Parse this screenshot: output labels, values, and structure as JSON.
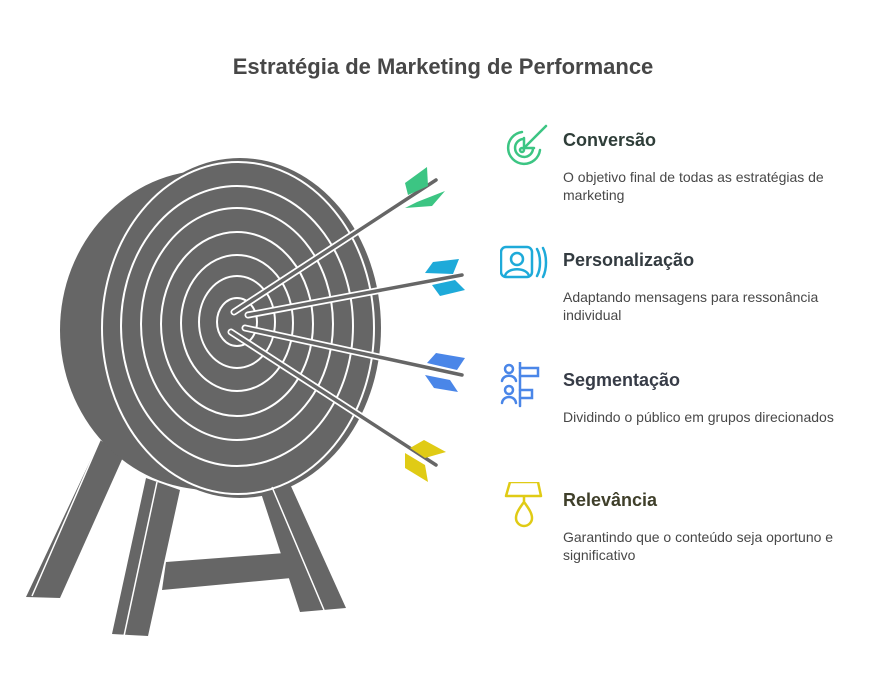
{
  "title": "Estratégia de Marketing de Performance",
  "items": [
    {
      "title": "Conversão",
      "description": "O objetivo final de todas as estratégias de marketing",
      "icon": "target-arrow-icon",
      "color": "#3cc583",
      "title_color": "#2f3e39"
    },
    {
      "title": "Personalização",
      "description": "Adaptando mensagens para ressonância individual",
      "icon": "user-profile-icon",
      "color": "#1eaad9",
      "title_color": "#333b40"
    },
    {
      "title": "Segmentação",
      "description": "Dividindo o público em grupos direcionados",
      "icon": "audience-segments-icon",
      "color": "#4a86e8",
      "title_color": "#373c47"
    },
    {
      "title": "Relevância",
      "description": "Garantindo que o conteúdo seja oportuno e significativo",
      "icon": "lamp-icon",
      "color": "#e0cb15",
      "title_color": "#3f3f2a"
    }
  ]
}
